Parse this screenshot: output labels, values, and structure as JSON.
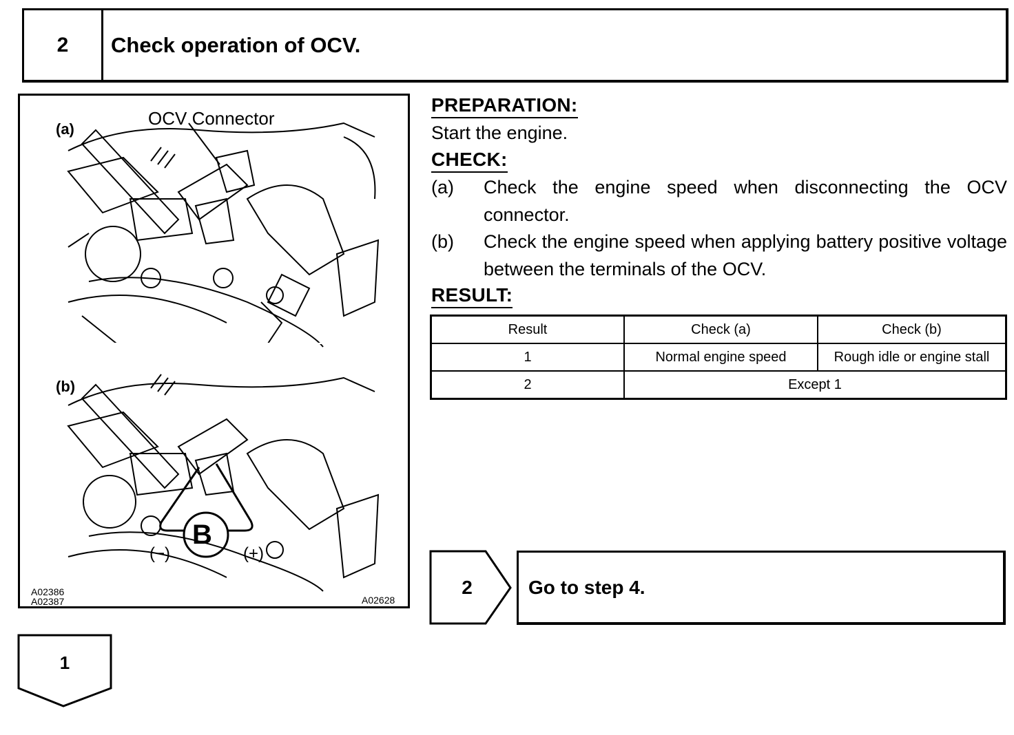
{
  "step": {
    "number": "2",
    "title": "Check operation of OCV."
  },
  "figure": {
    "label_a": "(a)",
    "label_b": "(b)",
    "connector_label": "OCV Connector",
    "battery_letter": "B",
    "minus_label": "(−)",
    "plus_label": "(+)",
    "code_left_1": "A02386",
    "code_left_2": "A02387",
    "code_right": "A02628"
  },
  "preparation": {
    "heading": "PREPARATION:",
    "text": "Start the engine."
  },
  "check": {
    "heading": "CHECK:",
    "items": [
      {
        "marker": "(a)",
        "text": "Check the engine speed when disconnecting the OCV connector."
      },
      {
        "marker": "(b)",
        "text": "Check the engine speed when applying battery positive voltage between the terminals of the OCV."
      }
    ]
  },
  "result": {
    "heading": "RESULT:",
    "headers": [
      "Result",
      "Check (a)",
      "Check (b)"
    ],
    "rows": [
      [
        "1",
        "Normal engine speed",
        "Rough idle or engine stall"
      ],
      [
        "2",
        "Except 1"
      ]
    ]
  },
  "branch_2": {
    "number": "2",
    "text": "Go to step 4."
  },
  "branch_1": {
    "number": "1"
  }
}
